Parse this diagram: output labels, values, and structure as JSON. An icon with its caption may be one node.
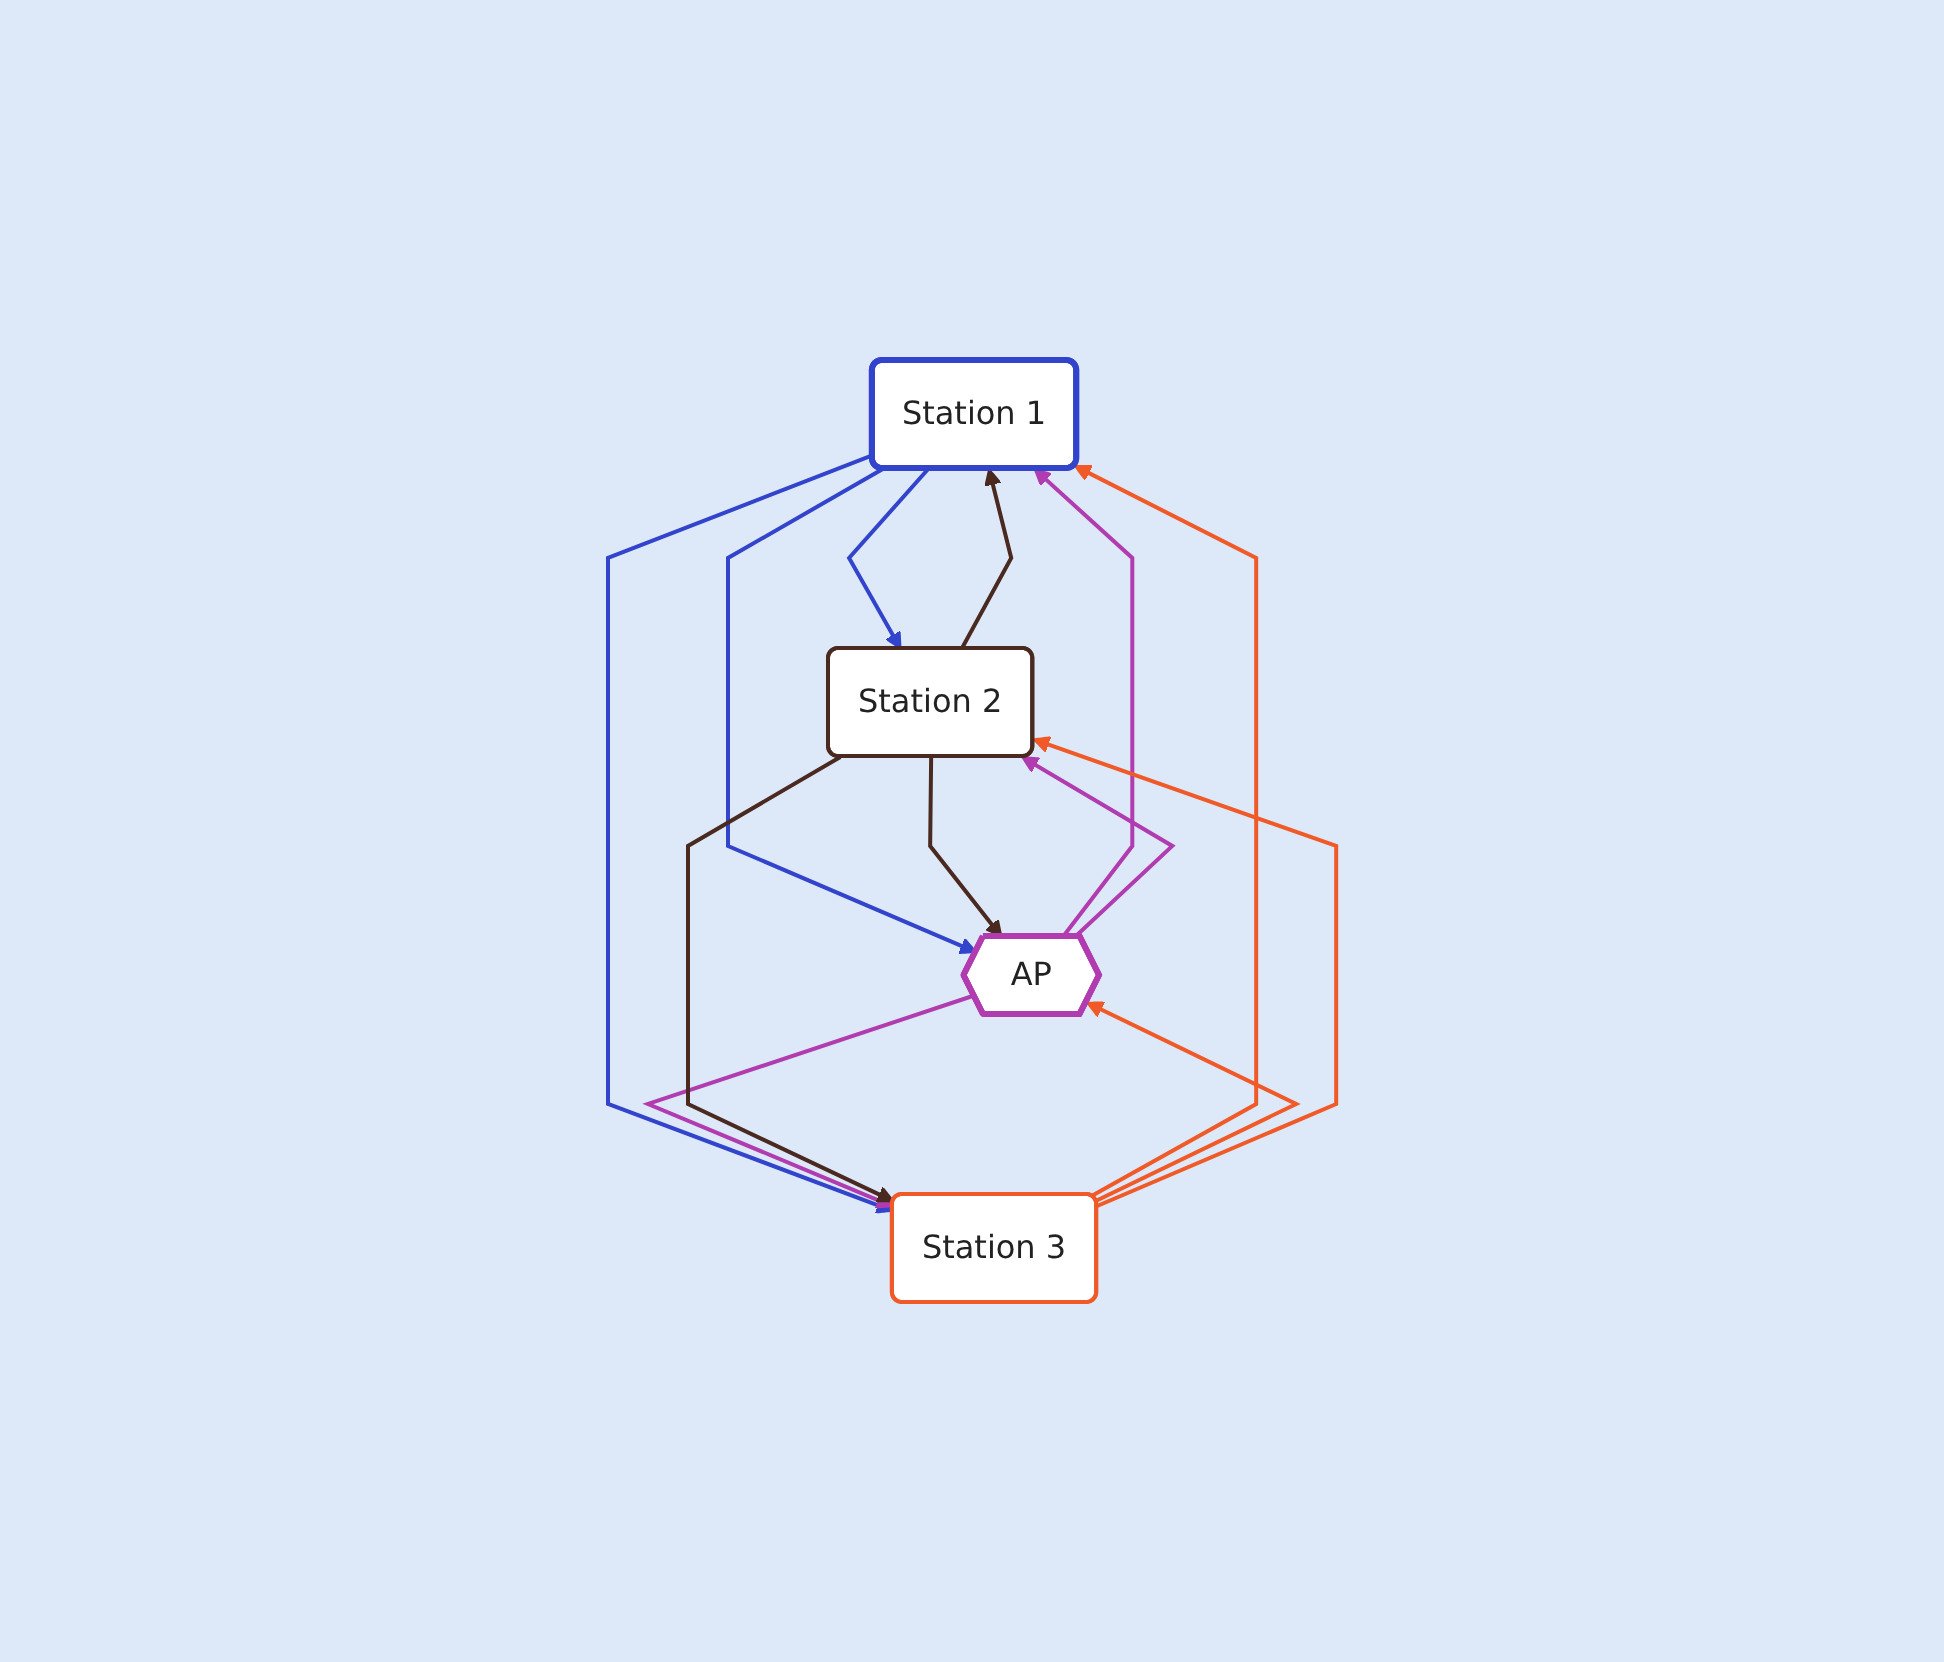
{
  "diagram": {
    "nodes": [
      {
        "text": [
          "Station 1"
        ]
      },
      {
        "text": [
          "AP"
        ]
      },
      {
        "text": [
          "Station 2"
        ]
      },
      {
        "text": [
          "Station 3"
        ]
      }
    ],
    "edges": [
      {
        "from": 0,
        "to": 2,
        "arrow": "to",
        "color": "#3344cc"
      },
      {
        "from": 2,
        "to": 0,
        "arrow": "to",
        "color": "#4a2a20"
      },
      {
        "from": 0,
        "to": 1,
        "arrow": "to",
        "color": "#3344cc"
      },
      {
        "from": 1,
        "to": 0,
        "arrow": "to",
        "color": "#b03cb0"
      },
      {
        "from": 0,
        "to": 3,
        "arrow": "to",
        "color": "#3344cc"
      },
      {
        "from": 3,
        "to": 0,
        "arrow": "to",
        "color": "#f05a28"
      },
      {
        "from": 2,
        "to": 1,
        "arrow": "to",
        "color": "#4a2a20"
      },
      {
        "from": 1,
        "to": 2,
        "arrow": "to",
        "color": "#b03cb0"
      },
      {
        "from": 1,
        "to": 3,
        "arrow": "to",
        "color": "#b03cb0"
      },
      {
        "from": 3,
        "to": 1,
        "arrow": "to",
        "color": "#f05a28"
      },
      {
        "from": 3,
        "to": 2,
        "arrow": "to",
        "color": "#f05a28"
      },
      {
        "from": 2,
        "to": 3,
        "arrow": "to",
        "color": "#4a2a20"
      }
    ]
  }
}
